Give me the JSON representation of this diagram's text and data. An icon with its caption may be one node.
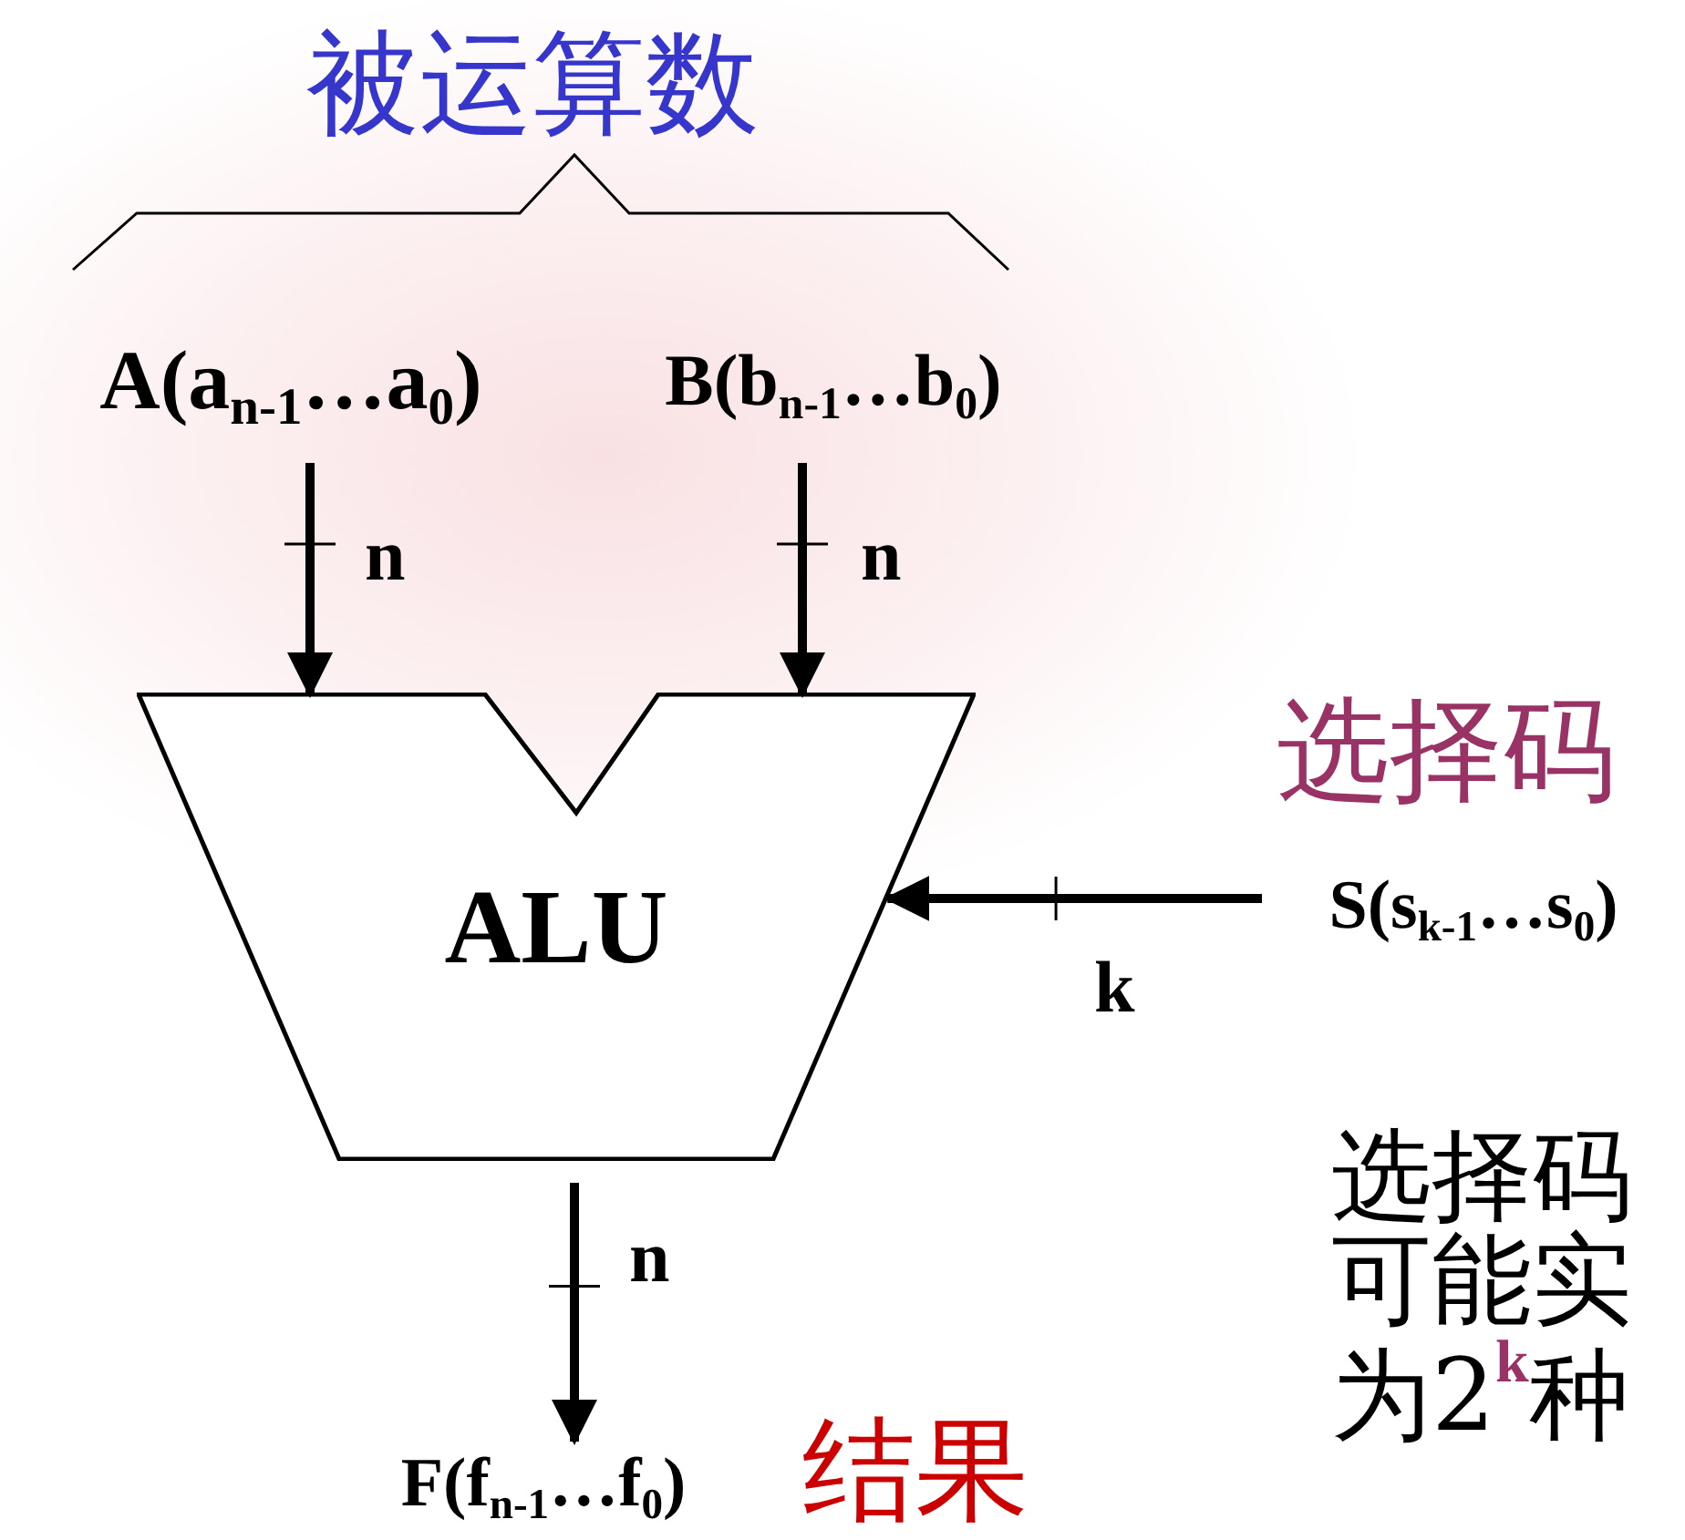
{
  "diagram": {
    "nodes": [
      {
        "text": [
          "A(a$_{n-1}$…a$_{0}$)"
        ]
      },
      {
        "text": [
          "B(b$_{n-1}$…b$_{0}$)"
        ]
      },
      {
        "text": [
          "ALU"
        ]
      },
      {
        "text": [
          "S(s$_{k-1}$…s$_{0}$)"
        ]
      },
      {
        "text": [
          "F(f$_{n-1}$…f$_{0}$)"
        ],
        "beside": [
          "结果"
        ]
      }
    ],
    "edges": [
      {
        "from": 0,
        "to": 2,
        "arrow": "to",
        "label": "n"
      },
      {
        "from": 1,
        "to": 2,
        "arrow": "to",
        "label": "n"
      },
      {
        "from": 3,
        "to": 2,
        "arrow": "to",
        "label": "k"
      },
      {
        "from": 2,
        "to": 4,
        "arrow": "to",
        "label": "n"
      }
    ],
    "labels": [
      "被运算数",
      "选择码",
      "选择码",
      "可能实",
      "为2$^{k}$种"
    ]
  }
}
